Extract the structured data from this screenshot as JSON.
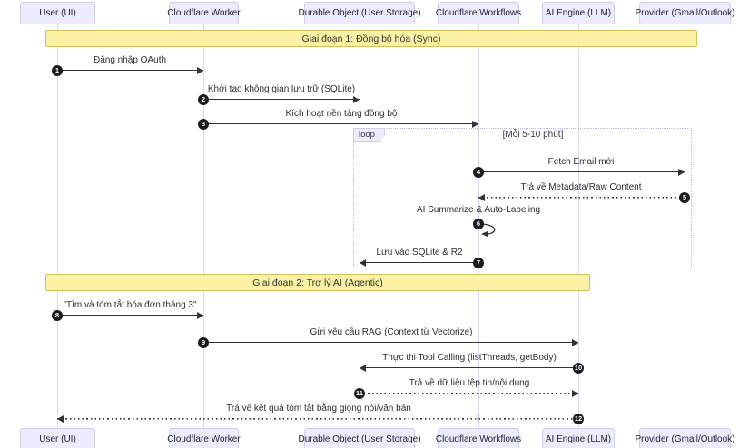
{
  "diagram": {
    "participants": [
      {
        "id": "user",
        "label": "User (UI)"
      },
      {
        "id": "worker",
        "label": "Cloudflare Worker"
      },
      {
        "id": "durable",
        "label": "Durable Object (User Storage)"
      },
      {
        "id": "workflows",
        "label": "Cloudflare Workflows"
      },
      {
        "id": "ai",
        "label": "AI Engine (LLM)"
      },
      {
        "id": "provider",
        "label": "Provider (Gmail/Outlook)"
      }
    ],
    "phases": [
      {
        "label": "Giai đoạn 1: Đồng bộ hóa (Sync)"
      },
      {
        "label": "Giai đoạn 2: Trợ lý AI (Agentic)"
      }
    ],
    "loop": {
      "label": "loop",
      "condition": "[Mỗi 5-10 phút]"
    },
    "messages": [
      {
        "seq": "1",
        "from": "User (UI)",
        "to": "Cloudflare Worker",
        "style": "solid",
        "label": "Đăng nhập OAuth"
      },
      {
        "seq": "2",
        "from": "Cloudflare Worker",
        "to": "Durable Object (User Storage)",
        "style": "solid",
        "label": "Khởi tạo không gian lưu trữ (SQLite)"
      },
      {
        "seq": "3",
        "from": "Cloudflare Worker",
        "to": "Cloudflare Workflows",
        "style": "solid",
        "label": "Kích hoạt nền tảng đồng bộ"
      },
      {
        "seq": "4",
        "from": "Cloudflare Workflows",
        "to": "Provider (Gmail/Outlook)",
        "style": "solid",
        "label": "Fetch Email mới"
      },
      {
        "seq": "5",
        "from": "Provider (Gmail/Outlook)",
        "to": "Cloudflare Workflows",
        "style": "dotted",
        "label": "Trả về Metadata/Raw Content"
      },
      {
        "seq": "6",
        "from": "Cloudflare Workflows",
        "to": "Cloudflare Workflows",
        "style": "self",
        "label": "AI Summarize & Auto-Labeling"
      },
      {
        "seq": "7",
        "from": "Cloudflare Workflows",
        "to": "Durable Object (User Storage)",
        "style": "solid",
        "label": "Lưu vào SQLite & R2"
      },
      {
        "seq": "8",
        "from": "User (UI)",
        "to": "Cloudflare Worker",
        "style": "solid",
        "label": "\"Tìm và tóm tắt hóa đơn tháng 3\""
      },
      {
        "seq": "9",
        "from": "Cloudflare Worker",
        "to": "AI Engine (LLM)",
        "style": "solid",
        "label": "Gửi yêu cầu RAG (Context từ Vectorize)"
      },
      {
        "seq": "10",
        "from": "AI Engine (LLM)",
        "to": "Durable Object (User Storage)",
        "style": "solid",
        "label": "Thực thi Tool Calling (listThreads, getBody)"
      },
      {
        "seq": "11",
        "from": "Durable Object (User Storage)",
        "to": "AI Engine (LLM)",
        "style": "dotted",
        "label": "Trả về dữ liệu tệp tin/nội dung"
      },
      {
        "seq": "12",
        "from": "AI Engine (LLM)",
        "to": "User (UI)",
        "style": "dotted",
        "label": "Trả về kết quả tóm tắt bằng giọng nói/văn bản"
      }
    ],
    "colors": {
      "participant_fill": "#ECECFF",
      "participant_border": "#CFCFE8",
      "banner_fill": "#FBF1A5",
      "banner_border": "#D2C05E",
      "lifeline": "#D9D9EE",
      "arrow": "#333333",
      "loop_border": "#B9B9E2"
    }
  }
}
